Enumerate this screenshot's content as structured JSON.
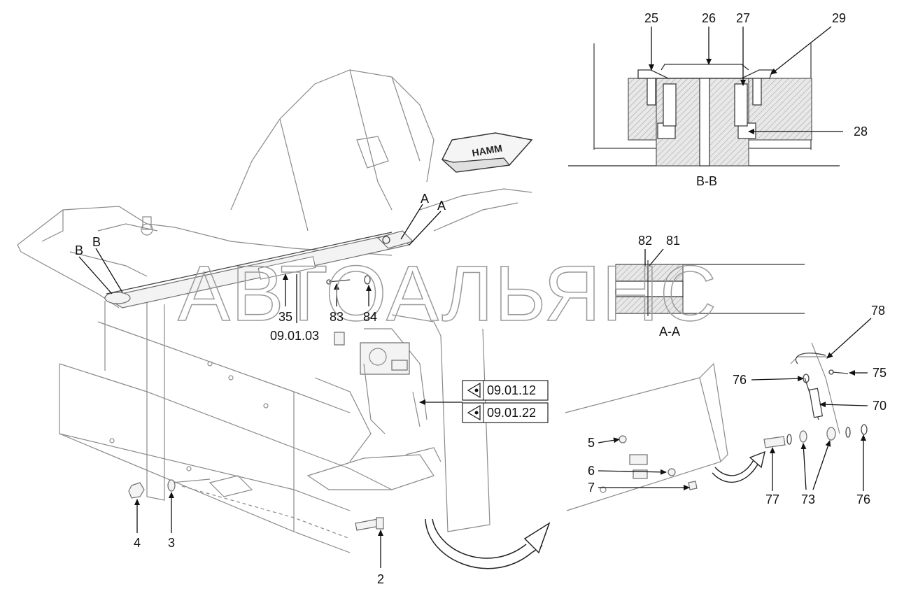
{
  "watermark": "АВТОАЛЬЯНС",
  "logo": "HAMM",
  "section_labels": {
    "bb": "B-B",
    "aa": "A-A",
    "a1": "A",
    "a2": "A",
    "b1": "B",
    "b2": "B"
  },
  "ref_codes": {
    "main": "09.01.03",
    "box1": "09.01.12",
    "box2": "09.01.22"
  },
  "callouts": {
    "n25": "25",
    "n26": "26",
    "n27": "27",
    "n29": "29",
    "n28": "28",
    "n82": "82",
    "n81": "81",
    "n35": "35",
    "n83": "83",
    "n84": "84",
    "n78": "78",
    "n76a": "76",
    "n75": "75",
    "n70": "70",
    "n5": "5",
    "n6": "6",
    "n7": "7",
    "n77": "77",
    "n73": "73",
    "n76b": "76",
    "n4": "4",
    "n3": "3",
    "n2": "2"
  }
}
